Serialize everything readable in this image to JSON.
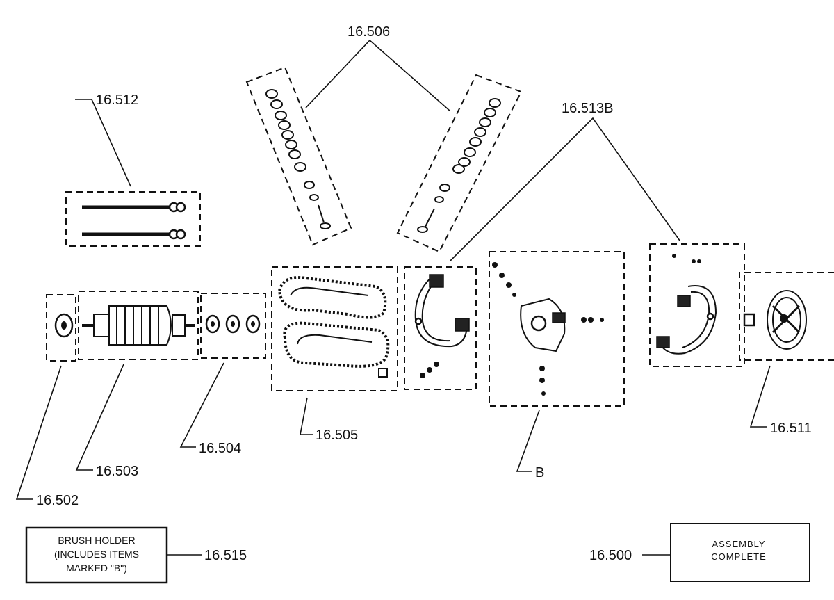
{
  "labels": {
    "l16506": "16.506",
    "l16512": "16.512",
    "l16513b": "16.513B",
    "l16505": "16.505",
    "l16504": "16.504",
    "l16503": "16.503",
    "l16502": "16.502",
    "l16511": "16.511",
    "lB": "B",
    "l16515": "16.515",
    "l16500": "16.500"
  },
  "brush_holder_box": {
    "line1": "BRUSH HOLDER",
    "line2": "(INCLUDES ITEMS",
    "line3": "MARKED \"B\")"
  },
  "assembly_box": {
    "line1": "ASSEMBLY",
    "line2": "COMPLETE"
  }
}
